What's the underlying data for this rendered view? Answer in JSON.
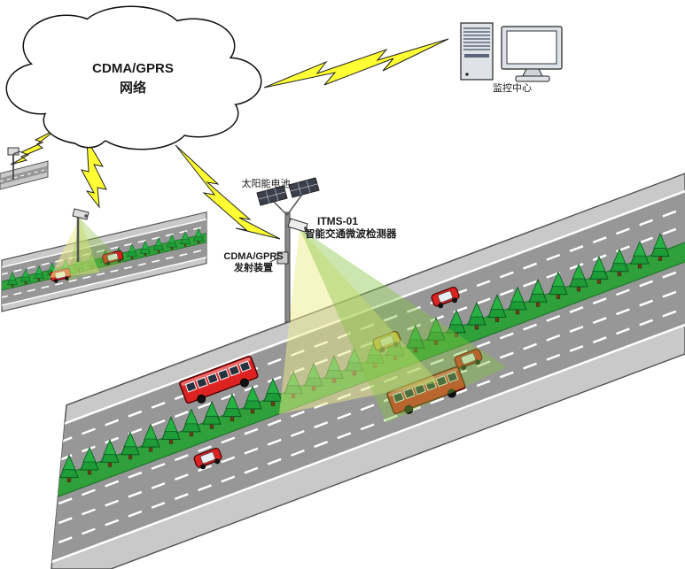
{
  "diagram": {
    "cloud": {
      "line1": "CDMA/GPRS",
      "line2": "网络"
    },
    "monitoring_center": {
      "label": "监控中心"
    },
    "solar_panel": {
      "label": "太阳能电池"
    },
    "detector": {
      "model": "ITMS-01",
      "name": "智能交通微波检测器"
    },
    "transmitter": {
      "line1": "CDMA/GPRS",
      "line2": "发射装置"
    },
    "colors": {
      "bolt": "#ffff33",
      "beam_yellow": "#eeeb8d",
      "beam_green": "#86c440",
      "road_light": "#c9c9c9",
      "road_dark": "#979797",
      "median_green": "#2fa03a",
      "vehicle_red": "#dd2222",
      "vehicle_yellow": "#d9a41f"
    }
  }
}
